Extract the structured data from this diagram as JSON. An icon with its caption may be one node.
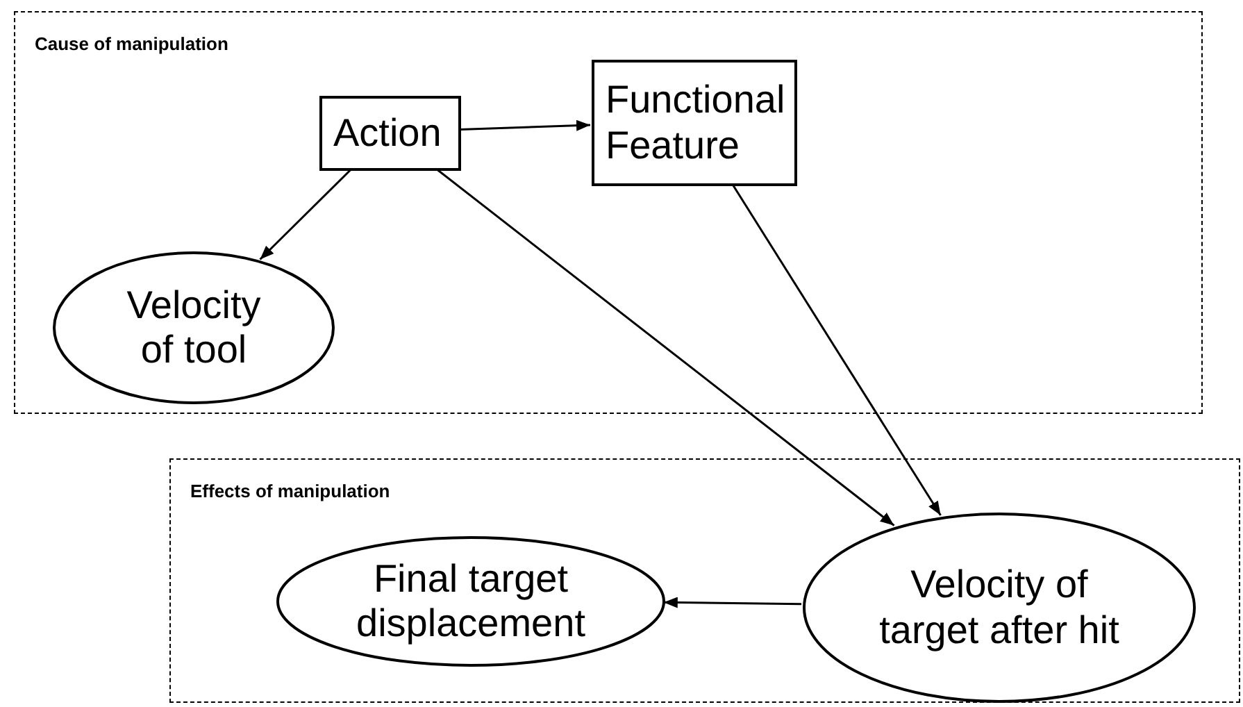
{
  "diagram": {
    "nodes": [
      {
        "text": [
          "Cause of manipulation"
        ]
      },
      {
        "text": [
          "Effects of manipulation"
        ]
      },
      {
        "text": [
          "Action"
        ],
        "in": 0
      },
      {
        "text": [
          "Functional Feature"
        ],
        "in": 0
      },
      {
        "text": [
          "Velocity of tool"
        ],
        "in": 0
      },
      {
        "text": [
          "Final target displacement"
        ],
        "in": 1
      },
      {
        "text": [
          "Velocity of target after hit"
        ],
        "in": 1
      }
    ],
    "edges": [
      {
        "from": 2,
        "to": 3,
        "arrow": "to"
      },
      {
        "from": 2,
        "to": 4,
        "arrow": "to"
      },
      {
        "from": 2,
        "to": 6,
        "arrow": "to"
      },
      {
        "from": 3,
        "to": 6,
        "arrow": "to"
      },
      {
        "from": 6,
        "to": 5,
        "arrow": "to"
      }
    ]
  }
}
